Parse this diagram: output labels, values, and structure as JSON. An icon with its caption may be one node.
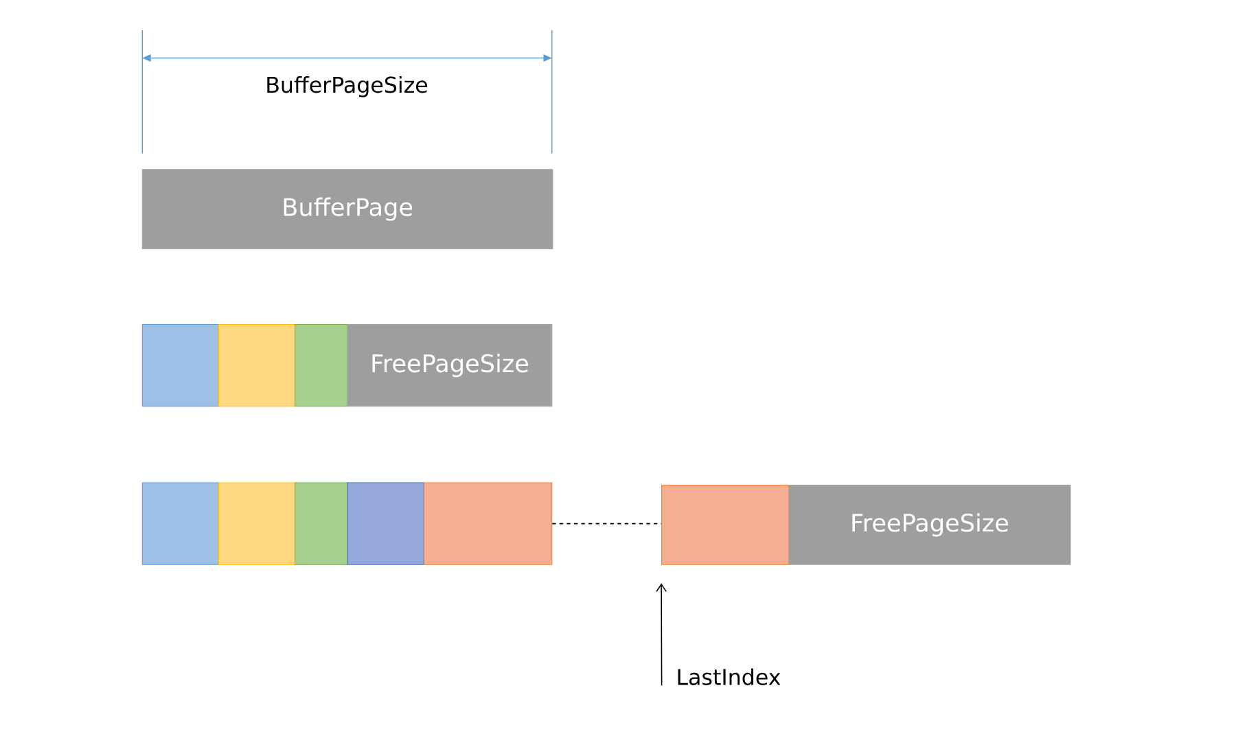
{
  "diagram": {
    "nodes": [
      {
        "text": [
          "BufferPage"
        ]
      },
      {
        "text": [],
        "shape": "box"
      },
      {
        "text": [],
        "shape": "box"
      },
      {
        "text": [],
        "shape": "box"
      },
      {
        "text": [
          "FreePageSize"
        ]
      },
      {
        "text": [],
        "shape": "box"
      },
      {
        "text": [],
        "shape": "box"
      },
      {
        "text": [],
        "shape": "box"
      },
      {
        "text": [],
        "shape": "box"
      },
      {
        "text": [],
        "shape": "box"
      },
      {
        "text": [],
        "shape": "box"
      },
      {
        "text": [
          "FreePageSize"
        ]
      },
      {
        "text": [
          "LastIndex"
        ]
      }
    ],
    "edges": [
      {
        "from": 9,
        "to": 10,
        "arrow": "none",
        "style": "dashed"
      },
      {
        "from": 12,
        "to": 10,
        "arrow": "to"
      }
    ],
    "labels": [
      "BufferPageSize"
    ]
  }
}
